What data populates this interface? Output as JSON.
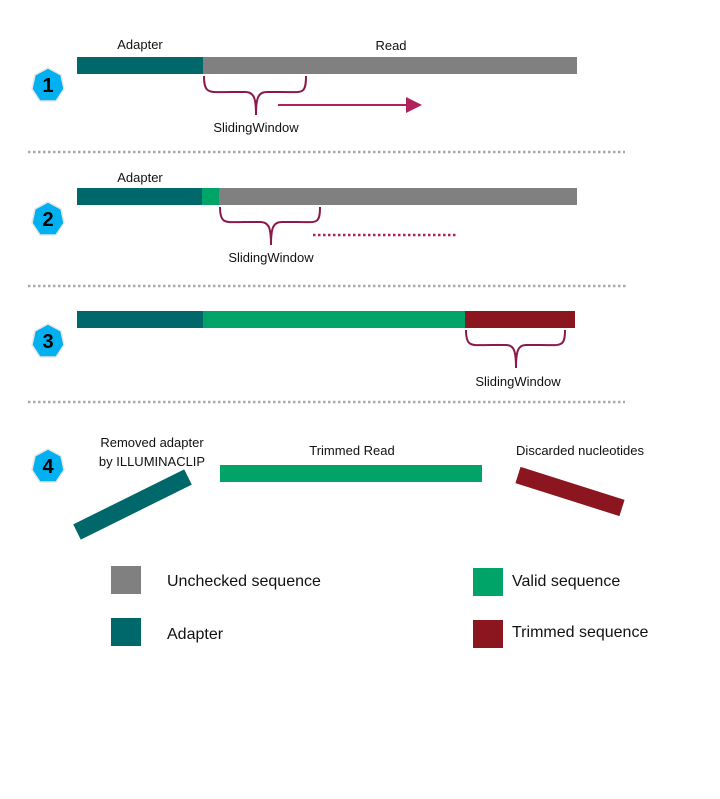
{
  "colors": {
    "adapter": "#00686B",
    "unchecked": "#808080",
    "valid": "#00A468",
    "trimmed": "#8C1620",
    "window": "#8B1A4A",
    "arrow": "#B0215E",
    "badge": "#00B0F0"
  },
  "steps": [
    {
      "number": "1",
      "adapter_label": "Adapter",
      "read_label": "Read",
      "window_label": "SlidingWindow"
    },
    {
      "number": "2",
      "adapter_label": "Adapter",
      "window_label": "SlidingWindow"
    },
    {
      "number": "3",
      "window_label": "SlidingWindow"
    },
    {
      "number": "4",
      "removed_line1": "Removed adapter",
      "removed_line2": "by ILLUMINACLIP",
      "trimmed_read_label": "Trimmed Read",
      "discarded_label": "Discarded nucleotides"
    }
  ],
  "legend": [
    {
      "label": "Unchecked sequence",
      "color": "#808080"
    },
    {
      "label": "Adapter",
      "color": "#00686B"
    },
    {
      "label": "Valid sequence",
      "color": "#00A468"
    },
    {
      "label": "Trimmed sequence",
      "color": "#8C1620"
    }
  ]
}
